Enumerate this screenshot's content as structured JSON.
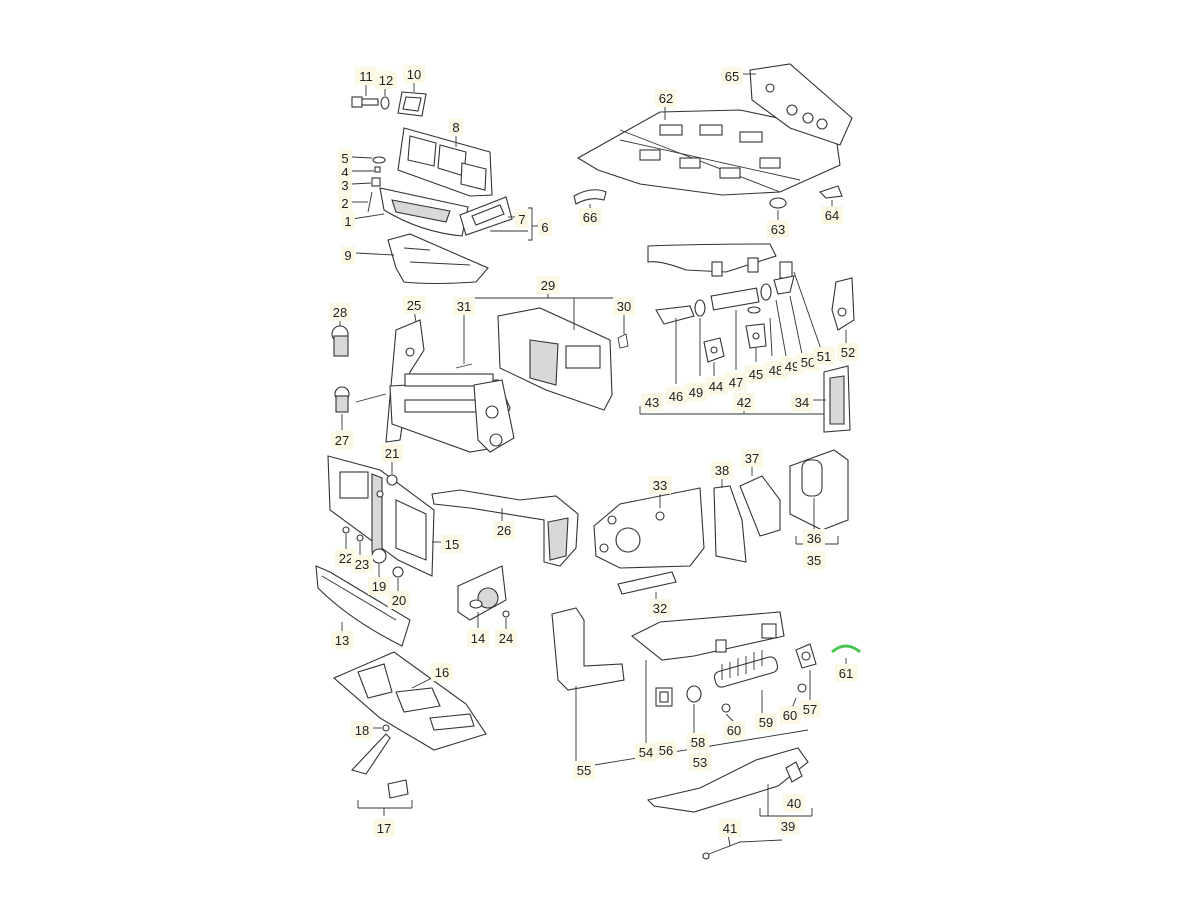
{
  "diagram": {
    "callouts": [
      {
        "id": "c11",
        "text": "11"
      },
      {
        "id": "c12",
        "text": "12"
      },
      {
        "id": "c10",
        "text": "10"
      },
      {
        "id": "c8",
        "text": "8"
      },
      {
        "id": "c5",
        "text": "5"
      },
      {
        "id": "c4",
        "text": "4"
      },
      {
        "id": "c3",
        "text": "3"
      },
      {
        "id": "c2",
        "text": "2"
      },
      {
        "id": "c1",
        "text": "1"
      },
      {
        "id": "c7",
        "text": "7"
      },
      {
        "id": "c6",
        "text": "6"
      },
      {
        "id": "c9",
        "text": "9"
      },
      {
        "id": "c65",
        "text": "65"
      },
      {
        "id": "c62",
        "text": "62"
      },
      {
        "id": "c66",
        "text": "66"
      },
      {
        "id": "c63",
        "text": "63"
      },
      {
        "id": "c64",
        "text": "64"
      },
      {
        "id": "c29",
        "text": "29"
      },
      {
        "id": "c28",
        "text": "28"
      },
      {
        "id": "c25",
        "text": "25"
      },
      {
        "id": "c31",
        "text": "31"
      },
      {
        "id": "c30",
        "text": "30"
      },
      {
        "id": "c27",
        "text": "27"
      },
      {
        "id": "c43",
        "text": "43"
      },
      {
        "id": "c46",
        "text": "46"
      },
      {
        "id": "c49a",
        "text": "49"
      },
      {
        "id": "c44",
        "text": "44"
      },
      {
        "id": "c47",
        "text": "47"
      },
      {
        "id": "c45",
        "text": "45"
      },
      {
        "id": "c48",
        "text": "48"
      },
      {
        "id": "c49b",
        "text": "49"
      },
      {
        "id": "c50",
        "text": "50"
      },
      {
        "id": "c51",
        "text": "51"
      },
      {
        "id": "c52",
        "text": "52"
      },
      {
        "id": "c42",
        "text": "42"
      },
      {
        "id": "c34",
        "text": "34"
      },
      {
        "id": "c21",
        "text": "21"
      },
      {
        "id": "c15",
        "text": "15"
      },
      {
        "id": "c22",
        "text": "22"
      },
      {
        "id": "c23",
        "text": "23"
      },
      {
        "id": "c19",
        "text": "19"
      },
      {
        "id": "c20",
        "text": "20"
      },
      {
        "id": "c26",
        "text": "26"
      },
      {
        "id": "c33",
        "text": "33"
      },
      {
        "id": "c38",
        "text": "38"
      },
      {
        "id": "c37",
        "text": "37"
      },
      {
        "id": "c36",
        "text": "36"
      },
      {
        "id": "c35",
        "text": "35"
      },
      {
        "id": "c13",
        "text": "13"
      },
      {
        "id": "c14",
        "text": "14"
      },
      {
        "id": "c24",
        "text": "24"
      },
      {
        "id": "c32",
        "text": "32"
      },
      {
        "id": "c16",
        "text": "16"
      },
      {
        "id": "c18",
        "text": "18"
      },
      {
        "id": "c17",
        "text": "17"
      },
      {
        "id": "c61",
        "text": "61"
      },
      {
        "id": "c57",
        "text": "57"
      },
      {
        "id": "c60a",
        "text": "60"
      },
      {
        "id": "c59",
        "text": "59"
      },
      {
        "id": "c60b",
        "text": "60"
      },
      {
        "id": "c54",
        "text": "54"
      },
      {
        "id": "c56",
        "text": "56"
      },
      {
        "id": "c58",
        "text": "58"
      },
      {
        "id": "c53",
        "text": "53"
      },
      {
        "id": "c55",
        "text": "55"
      },
      {
        "id": "c40",
        "text": "40"
      },
      {
        "id": "c39",
        "text": "39"
      },
      {
        "id": "c41",
        "text": "41"
      }
    ],
    "highlight_color": "#49c553",
    "highlighted_part": "61"
  }
}
